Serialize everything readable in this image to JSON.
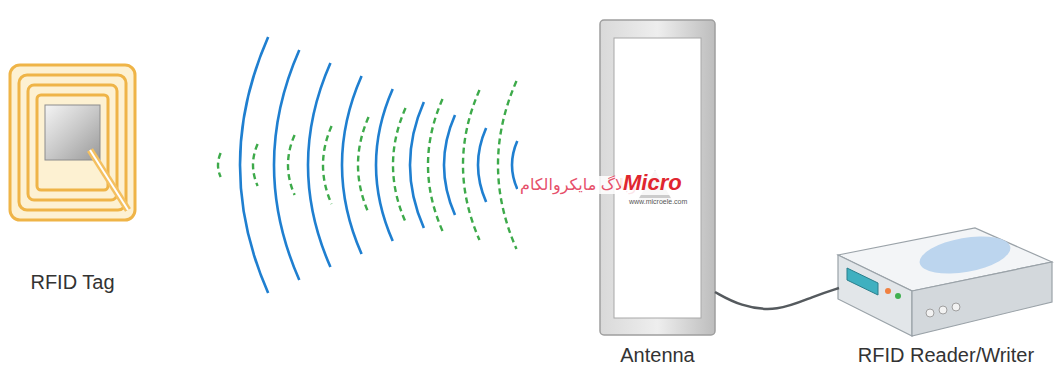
{
  "diagram": {
    "nodes": [
      {
        "text": [
          "RFID Tag"
        ]
      },
      {
        "text": [
          "Antenna"
        ]
      },
      {
        "text": [
          "RFID Reader/Writer"
        ]
      }
    ],
    "edges": [
      {
        "from": 1,
        "to": 2,
        "arrow": "none"
      }
    ],
    "labels": [
      "وبلاگ مایکروالکام",
      "Micro",
      "www.microele.com"
    ]
  }
}
